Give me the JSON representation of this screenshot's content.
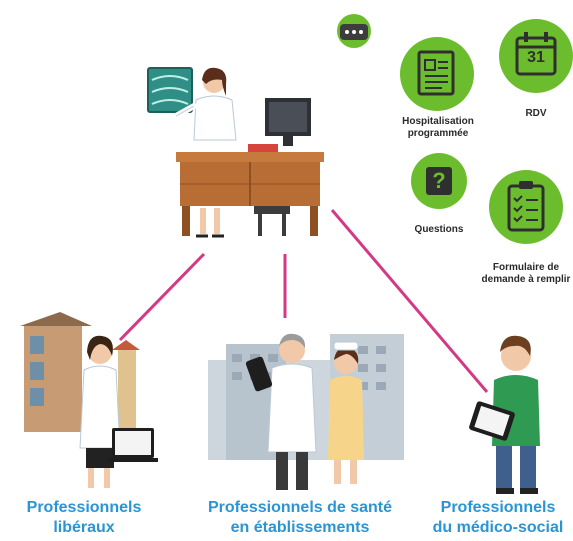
{
  "features": {
    "chat_icon": "chat-dots-icon",
    "hospitalisation": {
      "label_line1": "Hospitalisation",
      "label_line2": "programmée",
      "icon": "document-form-icon"
    },
    "rdv": {
      "label": "RDV",
      "calendar_day": "31",
      "icon": "calendar-icon"
    },
    "questions": {
      "label": "Questions",
      "glyph": "?",
      "icon": "question-icon"
    },
    "formulaire": {
      "label_line1": "Formulaire de",
      "label_line2": "demande à remplir",
      "icon": "clipboard-checklist-icon"
    }
  },
  "groups": {
    "liberaux": {
      "line1": "Professionnels",
      "line2": "libéraux"
    },
    "sante": {
      "line1": "Professionnels de santé",
      "line2": "en établissements"
    },
    "medico": {
      "line1": "Professionnels",
      "line2": "du médico-social"
    }
  },
  "colors": {
    "feature_green": "#6cbd2e",
    "connector_pink": "#d33a85",
    "label_blue": "#2b95d4"
  }
}
